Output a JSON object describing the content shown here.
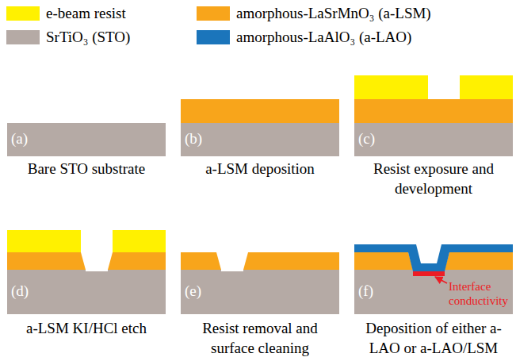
{
  "diagram": {
    "labels": [
      "(a)",
      "Bare STO substrate",
      "(b)",
      "a-LSM deposition",
      "(c)",
      "Resist exposure and development",
      "(d)",
      "a-LSM KI/HCl etch",
      "(e)",
      "Resist removal and surface cleaning",
      "(f)",
      "Deposition of either a-LAO or a-LAO/LSM",
      "Interface conductivity"
    ],
    "legend": [
      {
        "text": "e-beam resist",
        "color": "#FFF100"
      },
      {
        "text": "amorphous-LaSrMnO₃ (a-LSM)",
        "color": "#F8A51B"
      },
      {
        "text": "SrTiO₃ (STO)",
        "color": "#B5AAA5"
      },
      {
        "text": "amorphous-LaAlO₃ (a-LAO)",
        "color": "#1B75BB"
      }
    ]
  }
}
